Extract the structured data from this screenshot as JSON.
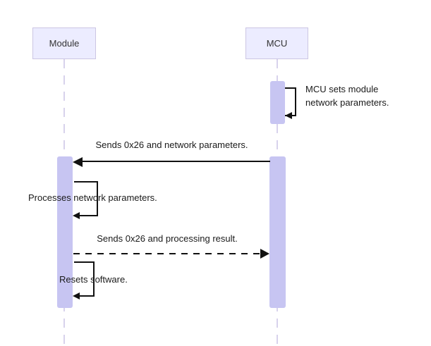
{
  "diagram": {
    "type": "sequence",
    "actors": [
      {
        "label": "Module"
      },
      {
        "label": "MCU"
      }
    ],
    "messages": [
      {
        "kind": "self",
        "actor": "MCU",
        "label": "MCU sets module network parameters.",
        "lines": [
          "MCU sets module",
          "network parameters."
        ]
      },
      {
        "kind": "solid-arrow",
        "from": "MCU",
        "to": "Module",
        "label": "Sends 0x26 and network parameters."
      },
      {
        "kind": "self",
        "actor": "Module",
        "label": "Processes network parameters."
      },
      {
        "kind": "dashed-arrow",
        "from": "Module",
        "to": "MCU",
        "label": "Sends 0x26 and processing result."
      },
      {
        "kind": "self",
        "actor": "Module",
        "label": "Resets software."
      }
    ],
    "colors": {
      "actor_fill": "#ececff",
      "actor_border": "#ccc6e3",
      "activation_fill": "#c7c5f2",
      "lifeline": "#d8d2ec",
      "arrow": "#111111",
      "text": "#1a1a1a"
    }
  }
}
